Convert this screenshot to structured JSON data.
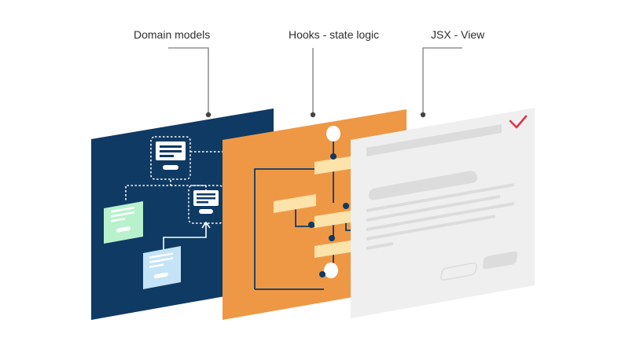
{
  "labels": {
    "domain_models": "Domain models",
    "hooks": "Hooks - state logic",
    "jsx": "JSX - View"
  },
  "icons": {
    "check": "check-icon"
  },
  "colors": {
    "domain_panel": "#0f3a63",
    "hooks_panel": "#ee9846",
    "view_panel": "#efefef",
    "view_placeholder": "#dcdcdc",
    "hook_step": "#fbe3a9",
    "connector": "#0f3a63",
    "card_green": "#b8f2cc",
    "card_blue": "#c5e3f7",
    "check_mark": "#e0344b",
    "leader_line": "#7d7d7d"
  }
}
